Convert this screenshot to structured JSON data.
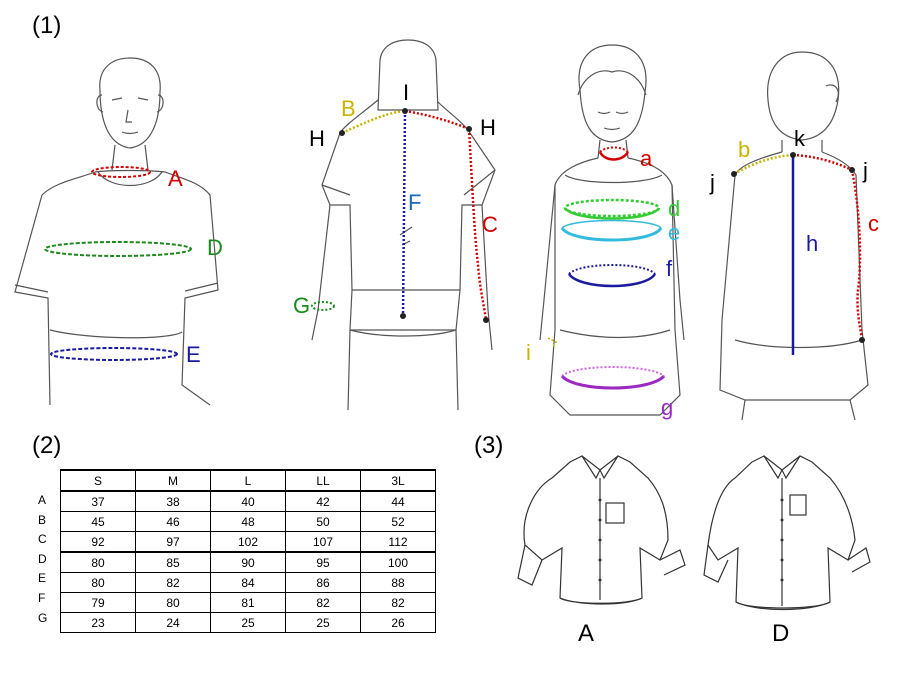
{
  "sections": {
    "one": "(1)",
    "two": "(2)",
    "three": "(3)"
  },
  "colors": {
    "red": "#d40000",
    "green": "#1a8a1a",
    "blue": "#1a1aa0",
    "yellow": "#c8b400",
    "navy_dotted": "#2a2aa8",
    "cyan": "#33bbdd",
    "purple": "#9a2ac0",
    "lime": "#33cc33"
  },
  "male_front": {
    "A": "A",
    "D": "D",
    "E": "E"
  },
  "male_back": {
    "I": "I",
    "B": "B",
    "H_left": "H",
    "H_right": "H",
    "F": "F",
    "C": "C",
    "G": "G"
  },
  "female_front": {
    "a": "a",
    "d": "d",
    "e": "e",
    "f": "f",
    "i": "i",
    "g": "g"
  },
  "female_back": {
    "k": "k",
    "b": "b",
    "j_left": "j",
    "j_right": "j",
    "h": "h",
    "c": "c"
  },
  "size_table": {
    "columns": [
      "S",
      "M",
      "L",
      "LL",
      "3L"
    ],
    "row_labels": [
      "A",
      "B",
      "C",
      "D",
      "E",
      "F",
      "G"
    ],
    "rows": [
      [
        "37",
        "38",
        "40",
        "42",
        "44"
      ],
      [
        "45",
        "46",
        "48",
        "50",
        "52"
      ],
      [
        "92",
        "97",
        "102",
        "107",
        "112"
      ],
      [
        "80",
        "85",
        "90",
        "95",
        "100"
      ],
      [
        "80",
        "82",
        "84",
        "86",
        "88"
      ],
      [
        "79",
        "80",
        "81",
        "82",
        "82"
      ],
      [
        "23",
        "24",
        "25",
        "25",
        "26"
      ]
    ]
  },
  "shirts": {
    "left": "A",
    "right": "D"
  }
}
